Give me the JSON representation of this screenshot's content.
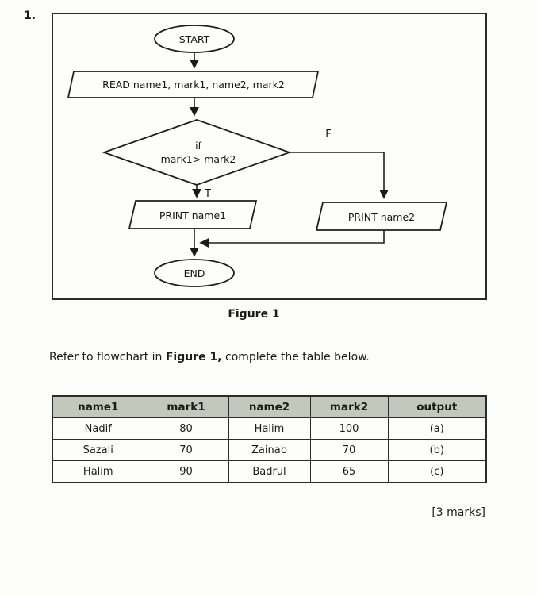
{
  "page": {
    "question_number": "1.",
    "figure_caption": "Figure 1",
    "instruction_prefix": "Refer to flowchart in ",
    "instruction_bold": "Figure 1,",
    "instruction_suffix": " complete the table below.",
    "marks_note": "[3 marks]"
  },
  "flowchart": {
    "start_label": "START",
    "read_label": "READ name1, mark1, name2, mark2",
    "decision_line1": "if",
    "decision_line2": "mark1> mark2",
    "true_branch_label": "T",
    "false_branch_label": "F",
    "print_true_label": "PRINT name1",
    "print_false_label": "PRINT name2",
    "end_label": "END"
  },
  "table": {
    "headers": [
      "name1",
      "mark1",
      "name2",
      "mark2",
      "output"
    ],
    "rows": [
      [
        "Nadif",
        "80",
        "Halim",
        "100",
        "(a)"
      ],
      [
        "Sazali",
        "70",
        "Zainab",
        "70",
        "(b)"
      ],
      [
        "Halim",
        "90",
        "Badrul",
        "65",
        "(c)"
      ]
    ],
    "header_bg": "#c2c8bb"
  },
  "colors": {
    "ink": "#1a1a1a",
    "line": "#2b2b2b"
  }
}
